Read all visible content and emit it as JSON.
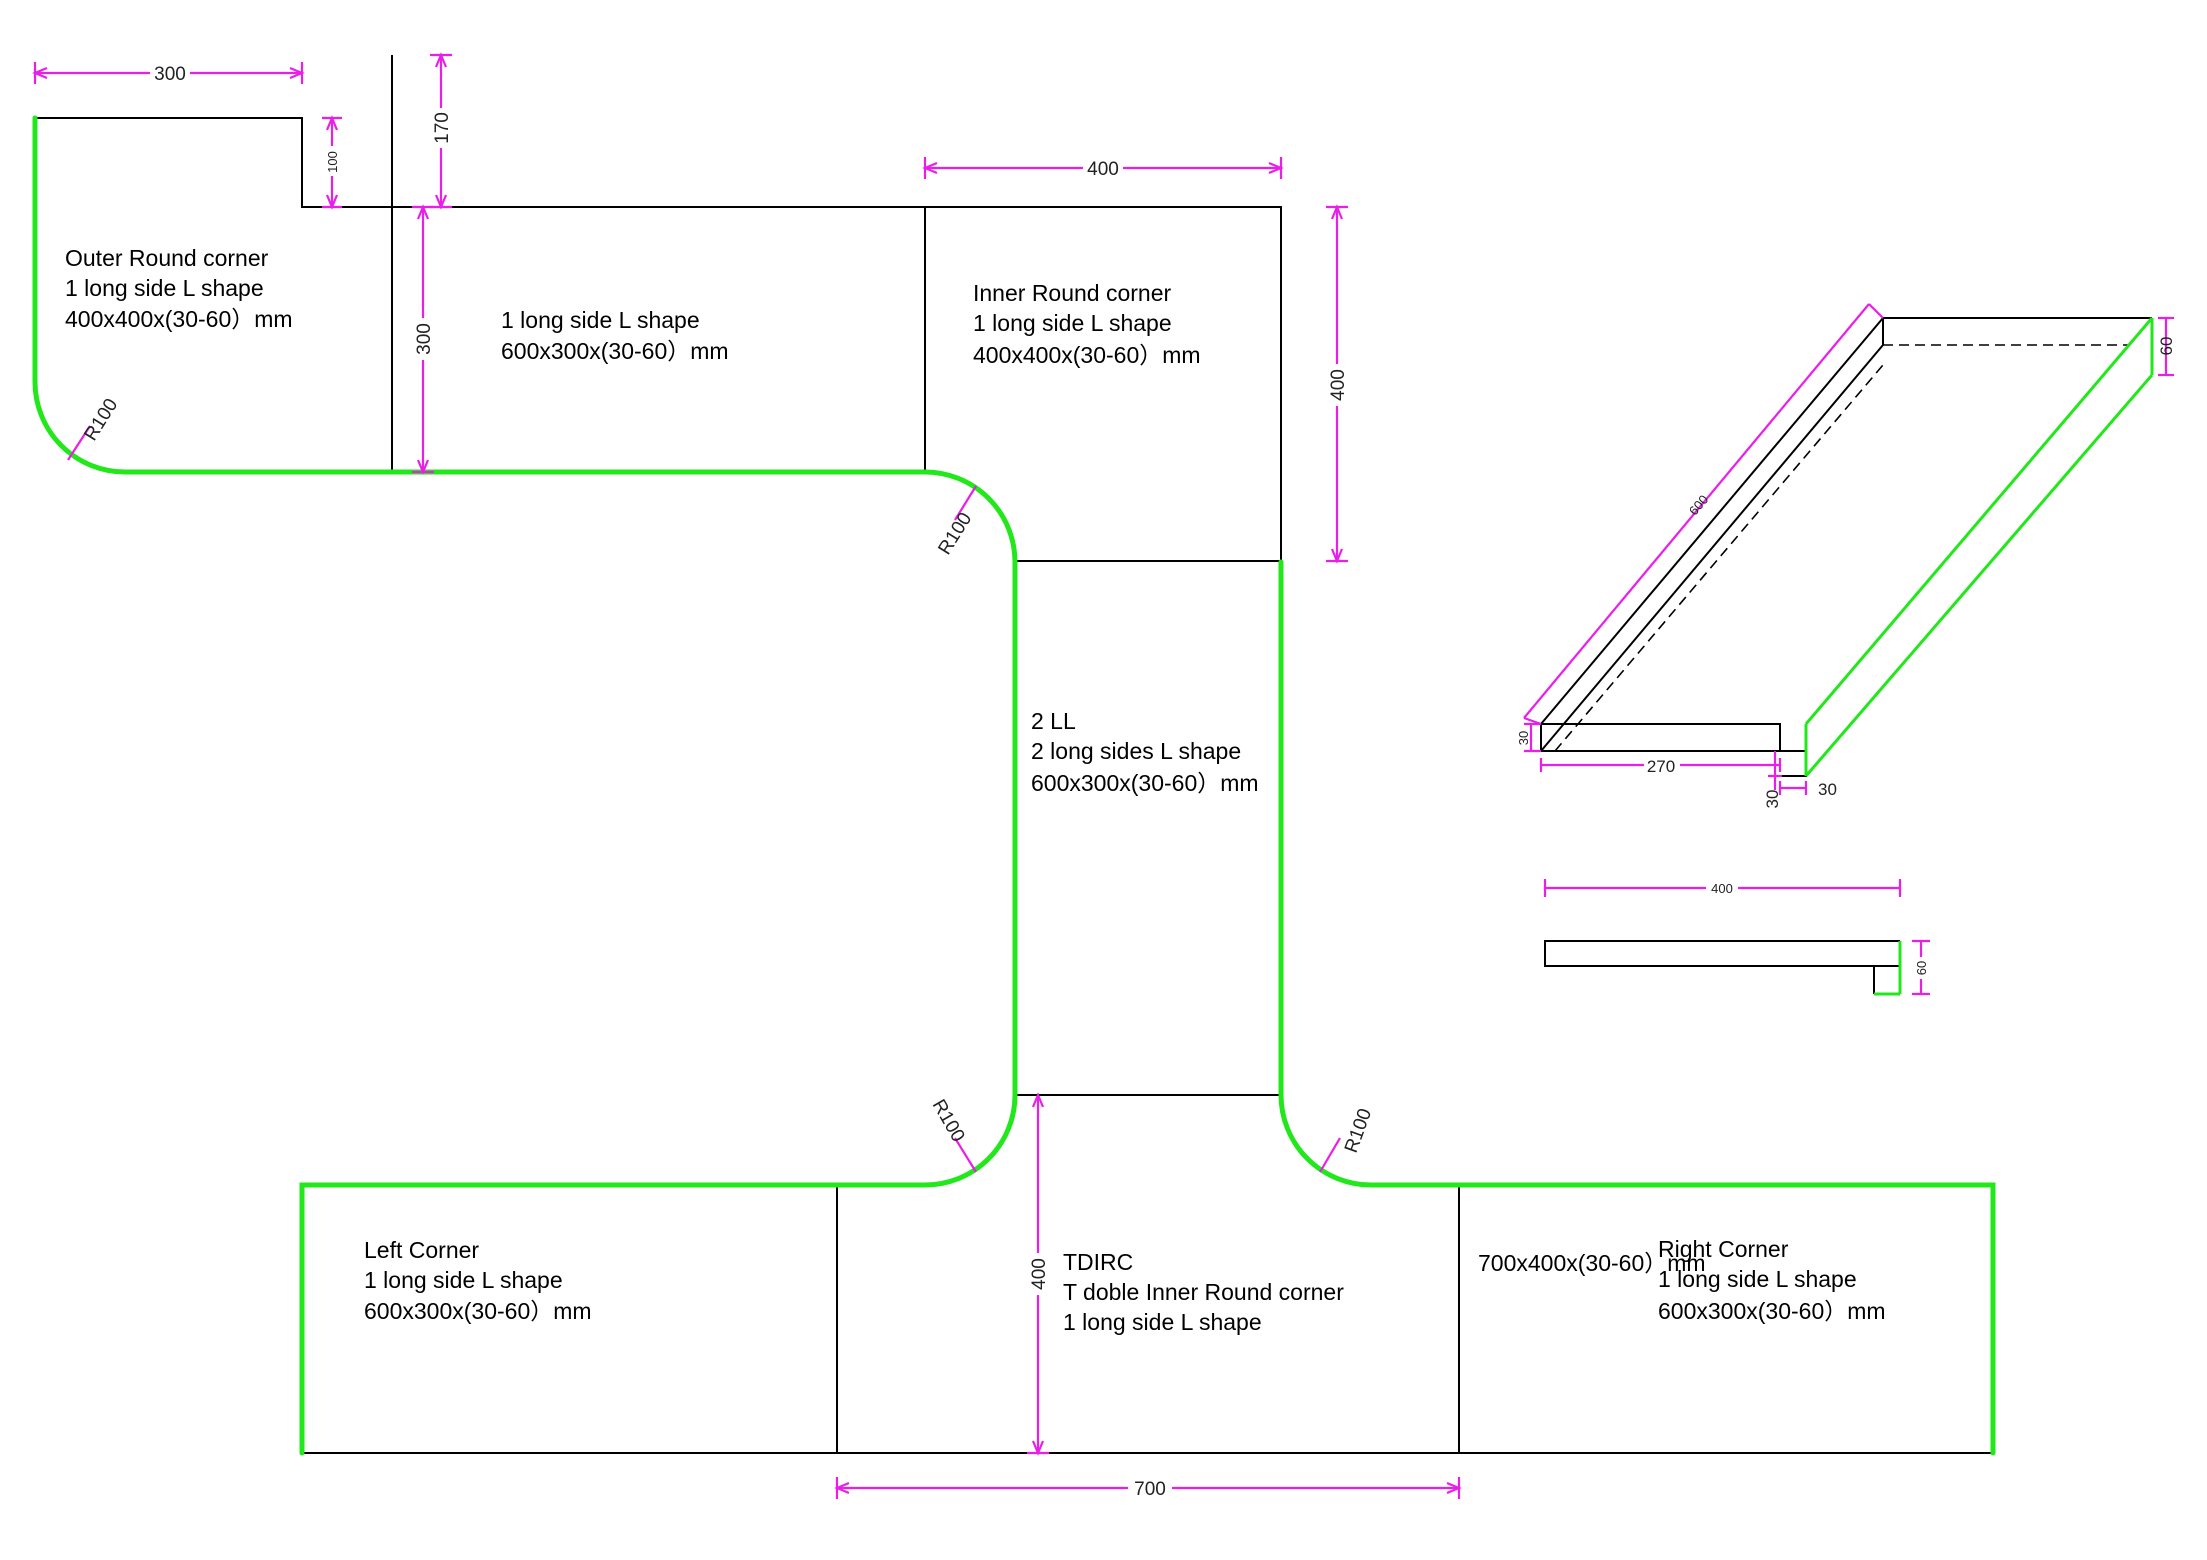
{
  "pieces": [
    {
      "id": "outer-round-corner",
      "lines": [
        "Outer Round corner",
        "1 long side L shape",
        "400x400x(30-60）mm"
      ]
    },
    {
      "id": "long-side-l-shape",
      "lines": [
        "1 long side L shape",
        "600x300x(30-60）mm"
      ]
    },
    {
      "id": "inner-round-corner",
      "lines": [
        "Inner Round corner",
        "1 long side L shape",
        "400x400x(30-60）mm"
      ]
    },
    {
      "id": "two-ll",
      "lines": [
        "2 LL",
        "2 long sides L shape",
        "600x300x(30-60）mm"
      ]
    },
    {
      "id": "left-corner",
      "lines": [
        "Left Corner",
        "1 long side L shape",
        "600x300x(30-60）mm"
      ]
    },
    {
      "id": "tdirc",
      "lines": [
        "TDIRC",
        "T doble Inner Round corner",
        "1 long side L shape"
      ]
    },
    {
      "id": "tdirc-size",
      "lines": [
        "700x400x(30-60）mm"
      ]
    },
    {
      "id": "right-corner",
      "lines": [
        "Right Corner",
        "1 long side L shape",
        "600x300x(30-60）mm"
      ]
    }
  ],
  "dimensions": {
    "top_left_width": "300",
    "notch_height": "100",
    "top_offset": "170",
    "long_side_depth": "300",
    "inner_corner_width": "400",
    "inner_corner_height": "400",
    "tdirc_height": "400",
    "tdirc_width": "700"
  },
  "radii": [
    "R100",
    "R100",
    "R100",
    "R100"
  ],
  "profile": {
    "length": "600",
    "height": "60",
    "thickness": "30",
    "width": "270",
    "lip_height": "30",
    "lip_width": "30",
    "section_width": "400",
    "section_height": "60"
  },
  "colors": {
    "outline": "#000000",
    "finished_edge": "#22e81b",
    "dimension": "#e91ee9"
  }
}
